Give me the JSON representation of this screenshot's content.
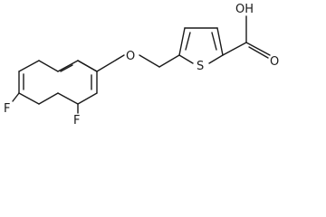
{
  "molecule": {
    "atoms": {
      "carboxyl_oh": "OH",
      "carboxyl_o": "O",
      "thiophene_s": "S",
      "ether_o": "O",
      "fluorine_ortho": "F",
      "fluorine_para": "F"
    },
    "colors": {
      "bond": "#1a1a1a",
      "label": "#1a1a1a",
      "background": "#ffffff"
    }
  }
}
